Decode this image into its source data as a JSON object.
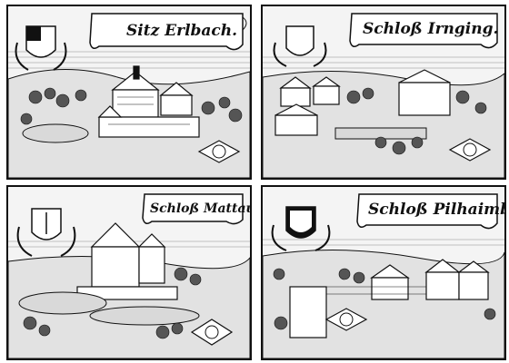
{
  "plates": [
    {
      "title": "Sitz Erlbach."
    },
    {
      "title": "Schloß Irnging."
    },
    {
      "title": "Schloß Mattau."
    },
    {
      "title": "Schloß Pilhaimb."
    }
  ],
  "colors": {
    "ink": "#111111",
    "paper": "#f4f4f4",
    "water": "#d9d9d9"
  }
}
